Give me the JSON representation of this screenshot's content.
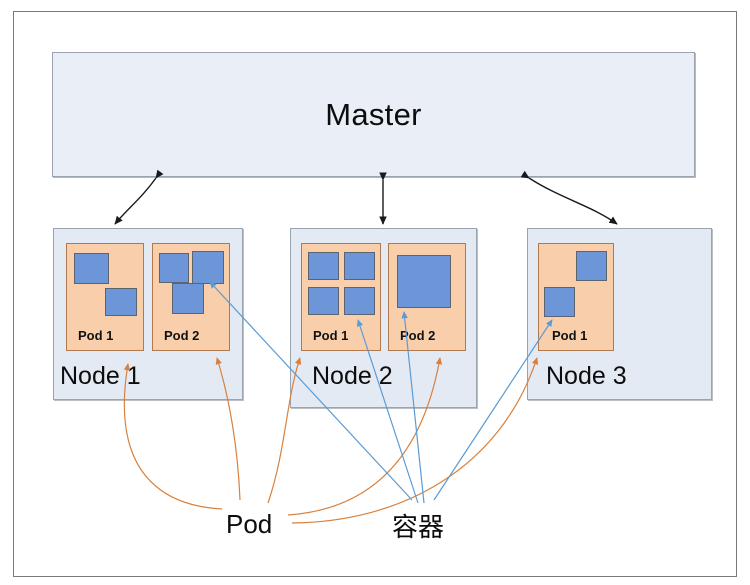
{
  "diagram": {
    "title_text": "Master",
    "master": {
      "label": "Master",
      "fill": "#e9eef7",
      "stroke": "#9aa4b0"
    },
    "colors": {
      "node_fill": "#e4eaf4",
      "node_stroke": "#9aa4b0",
      "pod_fill": "#f9cfab",
      "pod_stroke": "#b07a4e",
      "container_fill": "#6d96d8",
      "container_stroke": "#5d6470",
      "master_link": "#1a1a1a",
      "pod_link": "#d9813c",
      "container_link": "#5b9bd5",
      "page_background": "#ffffff",
      "frame_stroke": "#7a7a7a"
    },
    "nodes": [
      {
        "label": "Node 1",
        "pods": [
          {
            "label": "Pod 1",
            "container_count": 2
          },
          {
            "label": "Pod 2",
            "container_count": 3
          }
        ]
      },
      {
        "label": "Node 2",
        "pods": [
          {
            "label": "Pod 1",
            "container_count": 4
          },
          {
            "label": "Pod 2",
            "container_count": 1
          }
        ]
      },
      {
        "label": "Node 3",
        "pods": [
          {
            "label": "Pod 1",
            "container_count": 2
          }
        ]
      }
    ],
    "legend": [
      {
        "label": "Pod",
        "points_to": "pod-boxes",
        "color": "#d9813c"
      },
      {
        "label": "容器",
        "points_to": "container-boxes",
        "color": "#5b9bd5"
      }
    ],
    "connections": {
      "master_to_nodes": "bidirectional",
      "count": 3
    }
  }
}
